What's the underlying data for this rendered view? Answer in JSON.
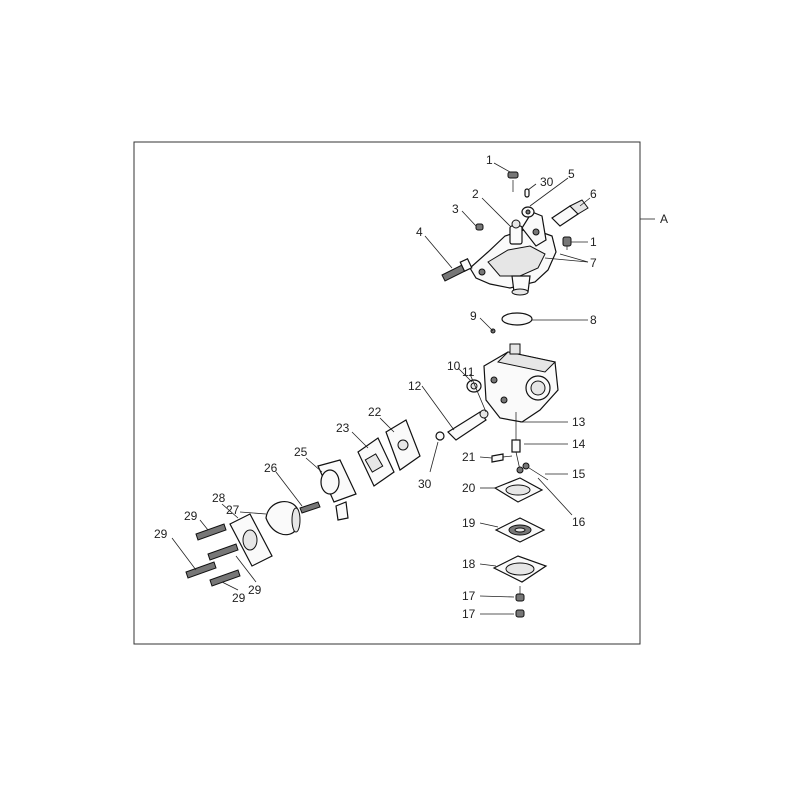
{
  "assembly_label": "A",
  "callouts": {
    "c1a": "1",
    "c1b": "1",
    "c2": "2",
    "c3": "3",
    "c4": "4",
    "c5": "5",
    "c6": "6",
    "c7": "7",
    "c8": "8",
    "c9": "9",
    "c10": "10",
    "c11": "11",
    "c12": "12",
    "c13": "13",
    "c14": "14",
    "c15": "15",
    "c16": "16",
    "c17a": "17",
    "c17b": "17",
    "c18": "18",
    "c19": "19",
    "c20": "20",
    "c21": "21",
    "c22": "22",
    "c23": "23",
    "c25": "25",
    "c26": "26",
    "c27": "27",
    "c28": "28",
    "c29a": "29",
    "c29b": "29",
    "c29c": "29",
    "c29d": "29",
    "c30a": "30",
    "c30b": "30"
  }
}
